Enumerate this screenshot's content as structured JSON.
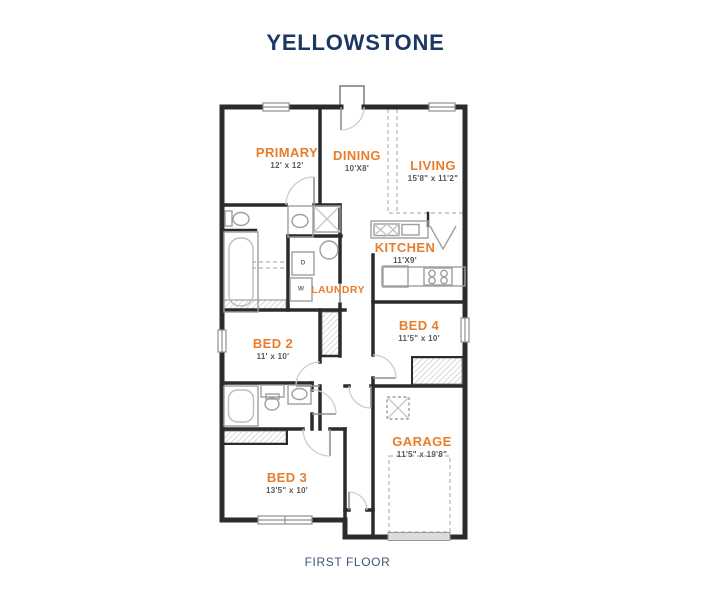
{
  "header": {
    "title": "YELLOWSTONE"
  },
  "footer": {
    "label": "FIRST FLOOR"
  },
  "palette": {
    "title_navy": "#1c3766",
    "footer_navy": "#3e5577",
    "room_label_orange": "#e87d2b",
    "dims_gray": "#585858",
    "wall_black": "#2b2b2b",
    "fixture_gray": "#9e9e9e",
    "window_gray": "#8f8f8f"
  },
  "rooms": [
    {
      "id": "primary",
      "name": "PRIMARY",
      "dims": "12' x 12'"
    },
    {
      "id": "dining",
      "name": "DINING",
      "dims": "10'X8'"
    },
    {
      "id": "living",
      "name": "LIVING",
      "dims": "15'8\" x 11'2\""
    },
    {
      "id": "kitchen",
      "name": "KITCHEN",
      "dims": "11'X9'"
    },
    {
      "id": "laundry",
      "name": "LAUNDRY",
      "dims": ""
    },
    {
      "id": "bed2",
      "name": "BED 2",
      "dims": "11' x 10'"
    },
    {
      "id": "bed4",
      "name": "BED 4",
      "dims": "11'5\" x 10'"
    },
    {
      "id": "bed3",
      "name": "BED 3",
      "dims": "13'5\" x 10'"
    },
    {
      "id": "garage",
      "name": "GARAGE",
      "dims": "11'5\" x 19'8\""
    }
  ],
  "appliances": {
    "dryer": "D",
    "washer": "W"
  }
}
